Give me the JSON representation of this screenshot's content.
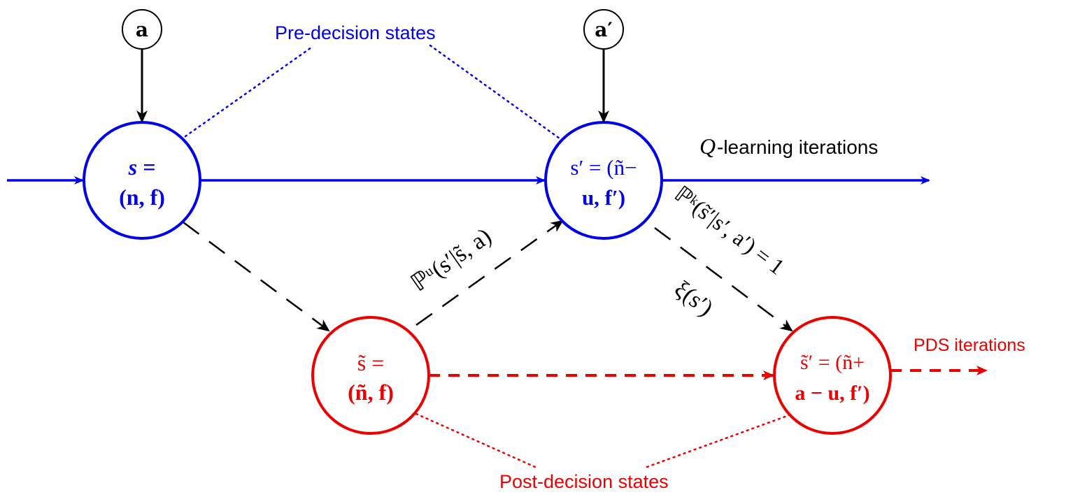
{
  "colors": {
    "pre_decision": "#0000ee",
    "post_decision": "#ee0000",
    "neutral": "#000000"
  },
  "labels": {
    "pre_decision_states": "Pre-decision states",
    "post_decision_states": "Post-decision states",
    "q_learning_iterations_prefix": "Q",
    "q_learning_iterations_suffix": "-learning iterations",
    "pds_iterations": "PDS iterations"
  },
  "nodes": {
    "action_a": {
      "label": "a"
    },
    "action_a_prime": {
      "label": "a′"
    },
    "state_s": {
      "line1": "s =",
      "line2": "(n, f)"
    },
    "state_s_prime": {
      "line1": "s′ = (ñ−",
      "line2": "u, f′)"
    },
    "post_state_s_tilde": {
      "line1": "s̃ =",
      "line2": "(ñ, f)"
    },
    "post_state_s_tilde_prime": {
      "line1": "s̃′ = (ñ+",
      "line2": "a − u, f′)"
    }
  },
  "edges": {
    "prob_unknown": "ℙᵘ(s′|s̃, a)",
    "prob_known": "ℙᵏ(s̃′|s′, a′) = 1",
    "xi": "ξ(s′)"
  }
}
